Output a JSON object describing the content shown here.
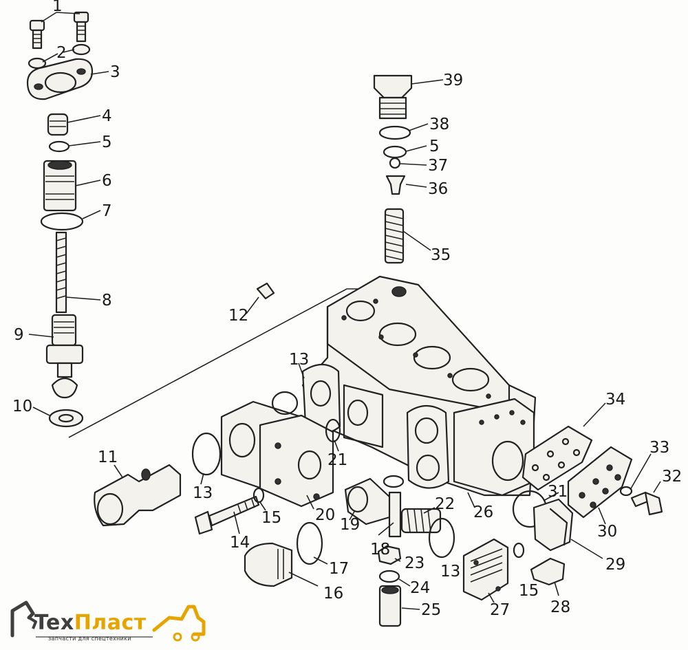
{
  "callouts": [
    {
      "id": "1",
      "text": "1"
    },
    {
      "id": "2",
      "text": "2"
    },
    {
      "id": "3",
      "text": "3"
    },
    {
      "id": "4",
      "text": "4"
    },
    {
      "id": "5a",
      "text": "5"
    },
    {
      "id": "6",
      "text": "6"
    },
    {
      "id": "7",
      "text": "7"
    },
    {
      "id": "8",
      "text": "8"
    },
    {
      "id": "9",
      "text": "9"
    },
    {
      "id": "10",
      "text": "10"
    },
    {
      "id": "11",
      "text": "11"
    },
    {
      "id": "12",
      "text": "12"
    },
    {
      "id": "13a",
      "text": "13"
    },
    {
      "id": "13b",
      "text": "13"
    },
    {
      "id": "13c",
      "text": "13"
    },
    {
      "id": "14",
      "text": "14"
    },
    {
      "id": "15a",
      "text": "15"
    },
    {
      "id": "15b",
      "text": "15"
    },
    {
      "id": "16",
      "text": "16"
    },
    {
      "id": "17",
      "text": "17"
    },
    {
      "id": "18",
      "text": "18"
    },
    {
      "id": "19",
      "text": "19"
    },
    {
      "id": "20",
      "text": "20"
    },
    {
      "id": "21",
      "text": "21"
    },
    {
      "id": "22",
      "text": "22"
    },
    {
      "id": "23",
      "text": "23"
    },
    {
      "id": "24",
      "text": "24"
    },
    {
      "id": "25",
      "text": "25"
    },
    {
      "id": "26",
      "text": "26"
    },
    {
      "id": "27",
      "text": "27"
    },
    {
      "id": "28",
      "text": "28"
    },
    {
      "id": "29",
      "text": "29"
    },
    {
      "id": "30",
      "text": "30"
    },
    {
      "id": "31",
      "text": "31"
    },
    {
      "id": "32",
      "text": "32"
    },
    {
      "id": "33",
      "text": "33"
    },
    {
      "id": "34",
      "text": "34"
    },
    {
      "id": "35",
      "text": "35"
    },
    {
      "id": "36",
      "text": "36"
    },
    {
      "id": "37",
      "text": "37"
    },
    {
      "id": "38",
      "text": "38"
    },
    {
      "id": "5b",
      "text": "5"
    },
    {
      "id": "39",
      "text": "39"
    }
  ],
  "logo": {
    "brand_part1": "Tex",
    "brand_part2": "Пласт",
    "tagline": "запчасти для спецтехники",
    "colors": {
      "dark": "#3f3f3f",
      "accent": "#e5a400"
    }
  }
}
